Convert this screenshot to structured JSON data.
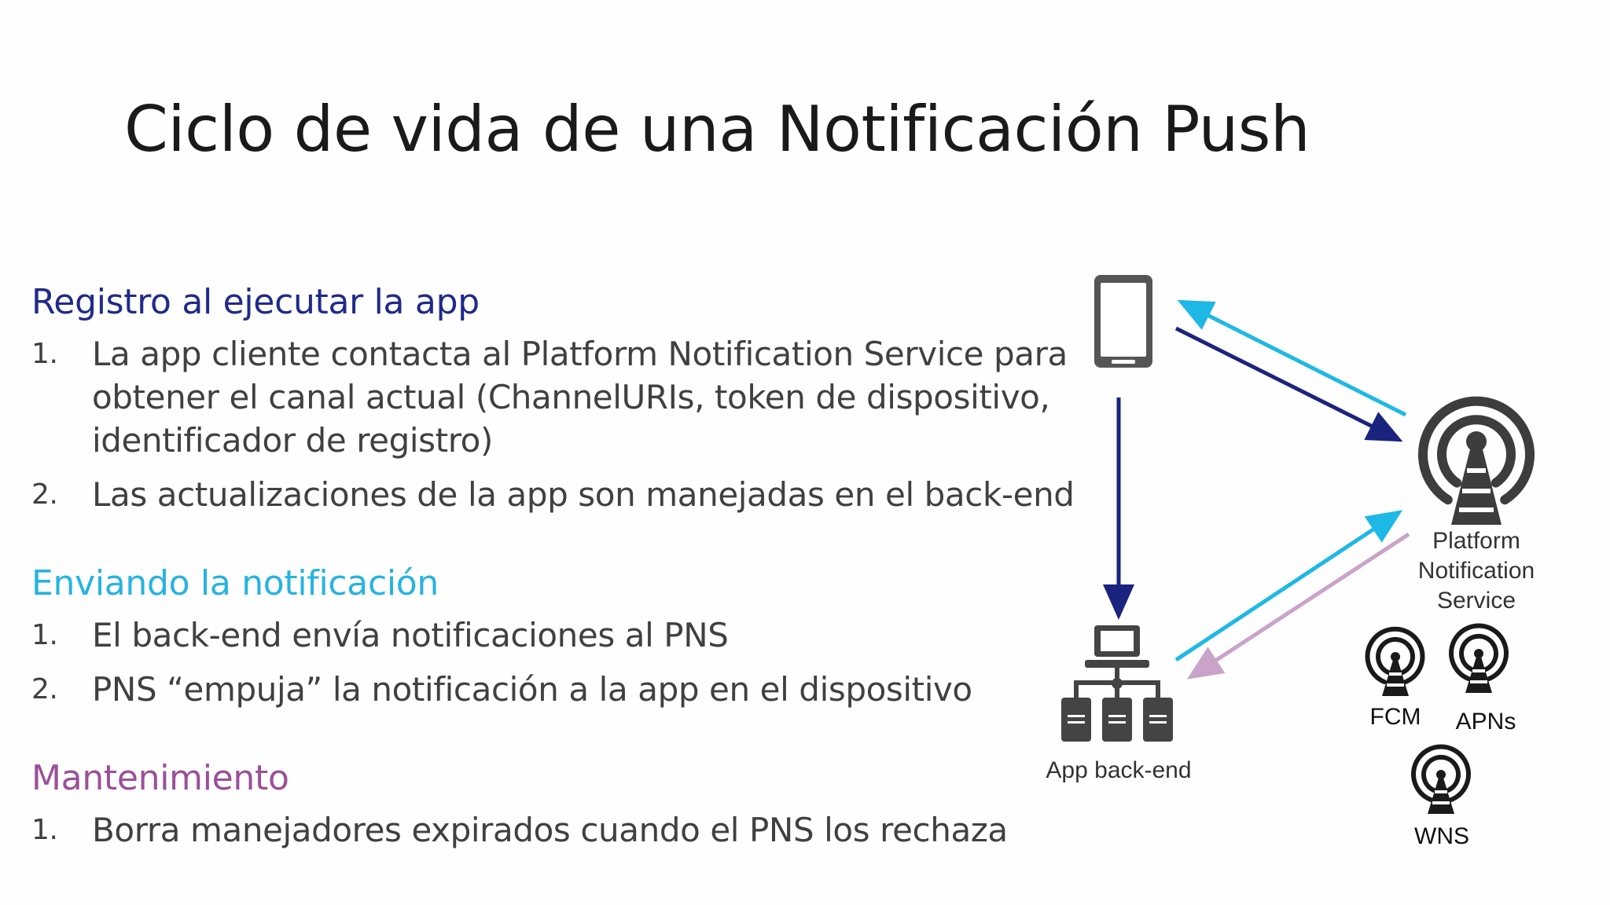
{
  "slide": {
    "title": "Ciclo de vida de una Notificación Push"
  },
  "sections": {
    "registro": {
      "heading": "Registro al ejecutar la app",
      "color": "#1f2a8a",
      "items": [
        {
          "num": "1.",
          "text": "La app cliente contacta al Platform Notification Service para obtener el canal actual (ChannelURIs, token de dispositivo, identificador de registro)"
        },
        {
          "num": "2.",
          "text": "Las actualizaciones de la app son manejadas en el back-end"
        }
      ]
    },
    "enviando": {
      "heading": "Enviando la notificación",
      "color": "#26b3e0",
      "items": [
        {
          "num": "1.",
          "text": "El back-end envía notificaciones al PNS"
        },
        {
          "num": "2.",
          "text": "PNS “empuja” la notificación a la app en el dispositivo"
        }
      ]
    },
    "mantenimiento": {
      "heading": "Mantenimiento",
      "color": "#9b4f9a",
      "items": [
        {
          "num": "1.",
          "text": "Borra manejadores expirados cuando el PNS los rechaza"
        }
      ]
    }
  },
  "diagram": {
    "backend_label": "App back-end",
    "pns_label_lines": [
      "Platform",
      "Notification",
      "Service"
    ],
    "services": [
      "FCM",
      "APNs",
      "WNS"
    ],
    "arrow_colors": {
      "dark_blue": "#1a237e",
      "light_blue": "#1eb8e6",
      "lilac": "#c9a3c9"
    },
    "icons": [
      "phone-icon",
      "server-network-icon",
      "broadcast-tower-icon"
    ]
  }
}
